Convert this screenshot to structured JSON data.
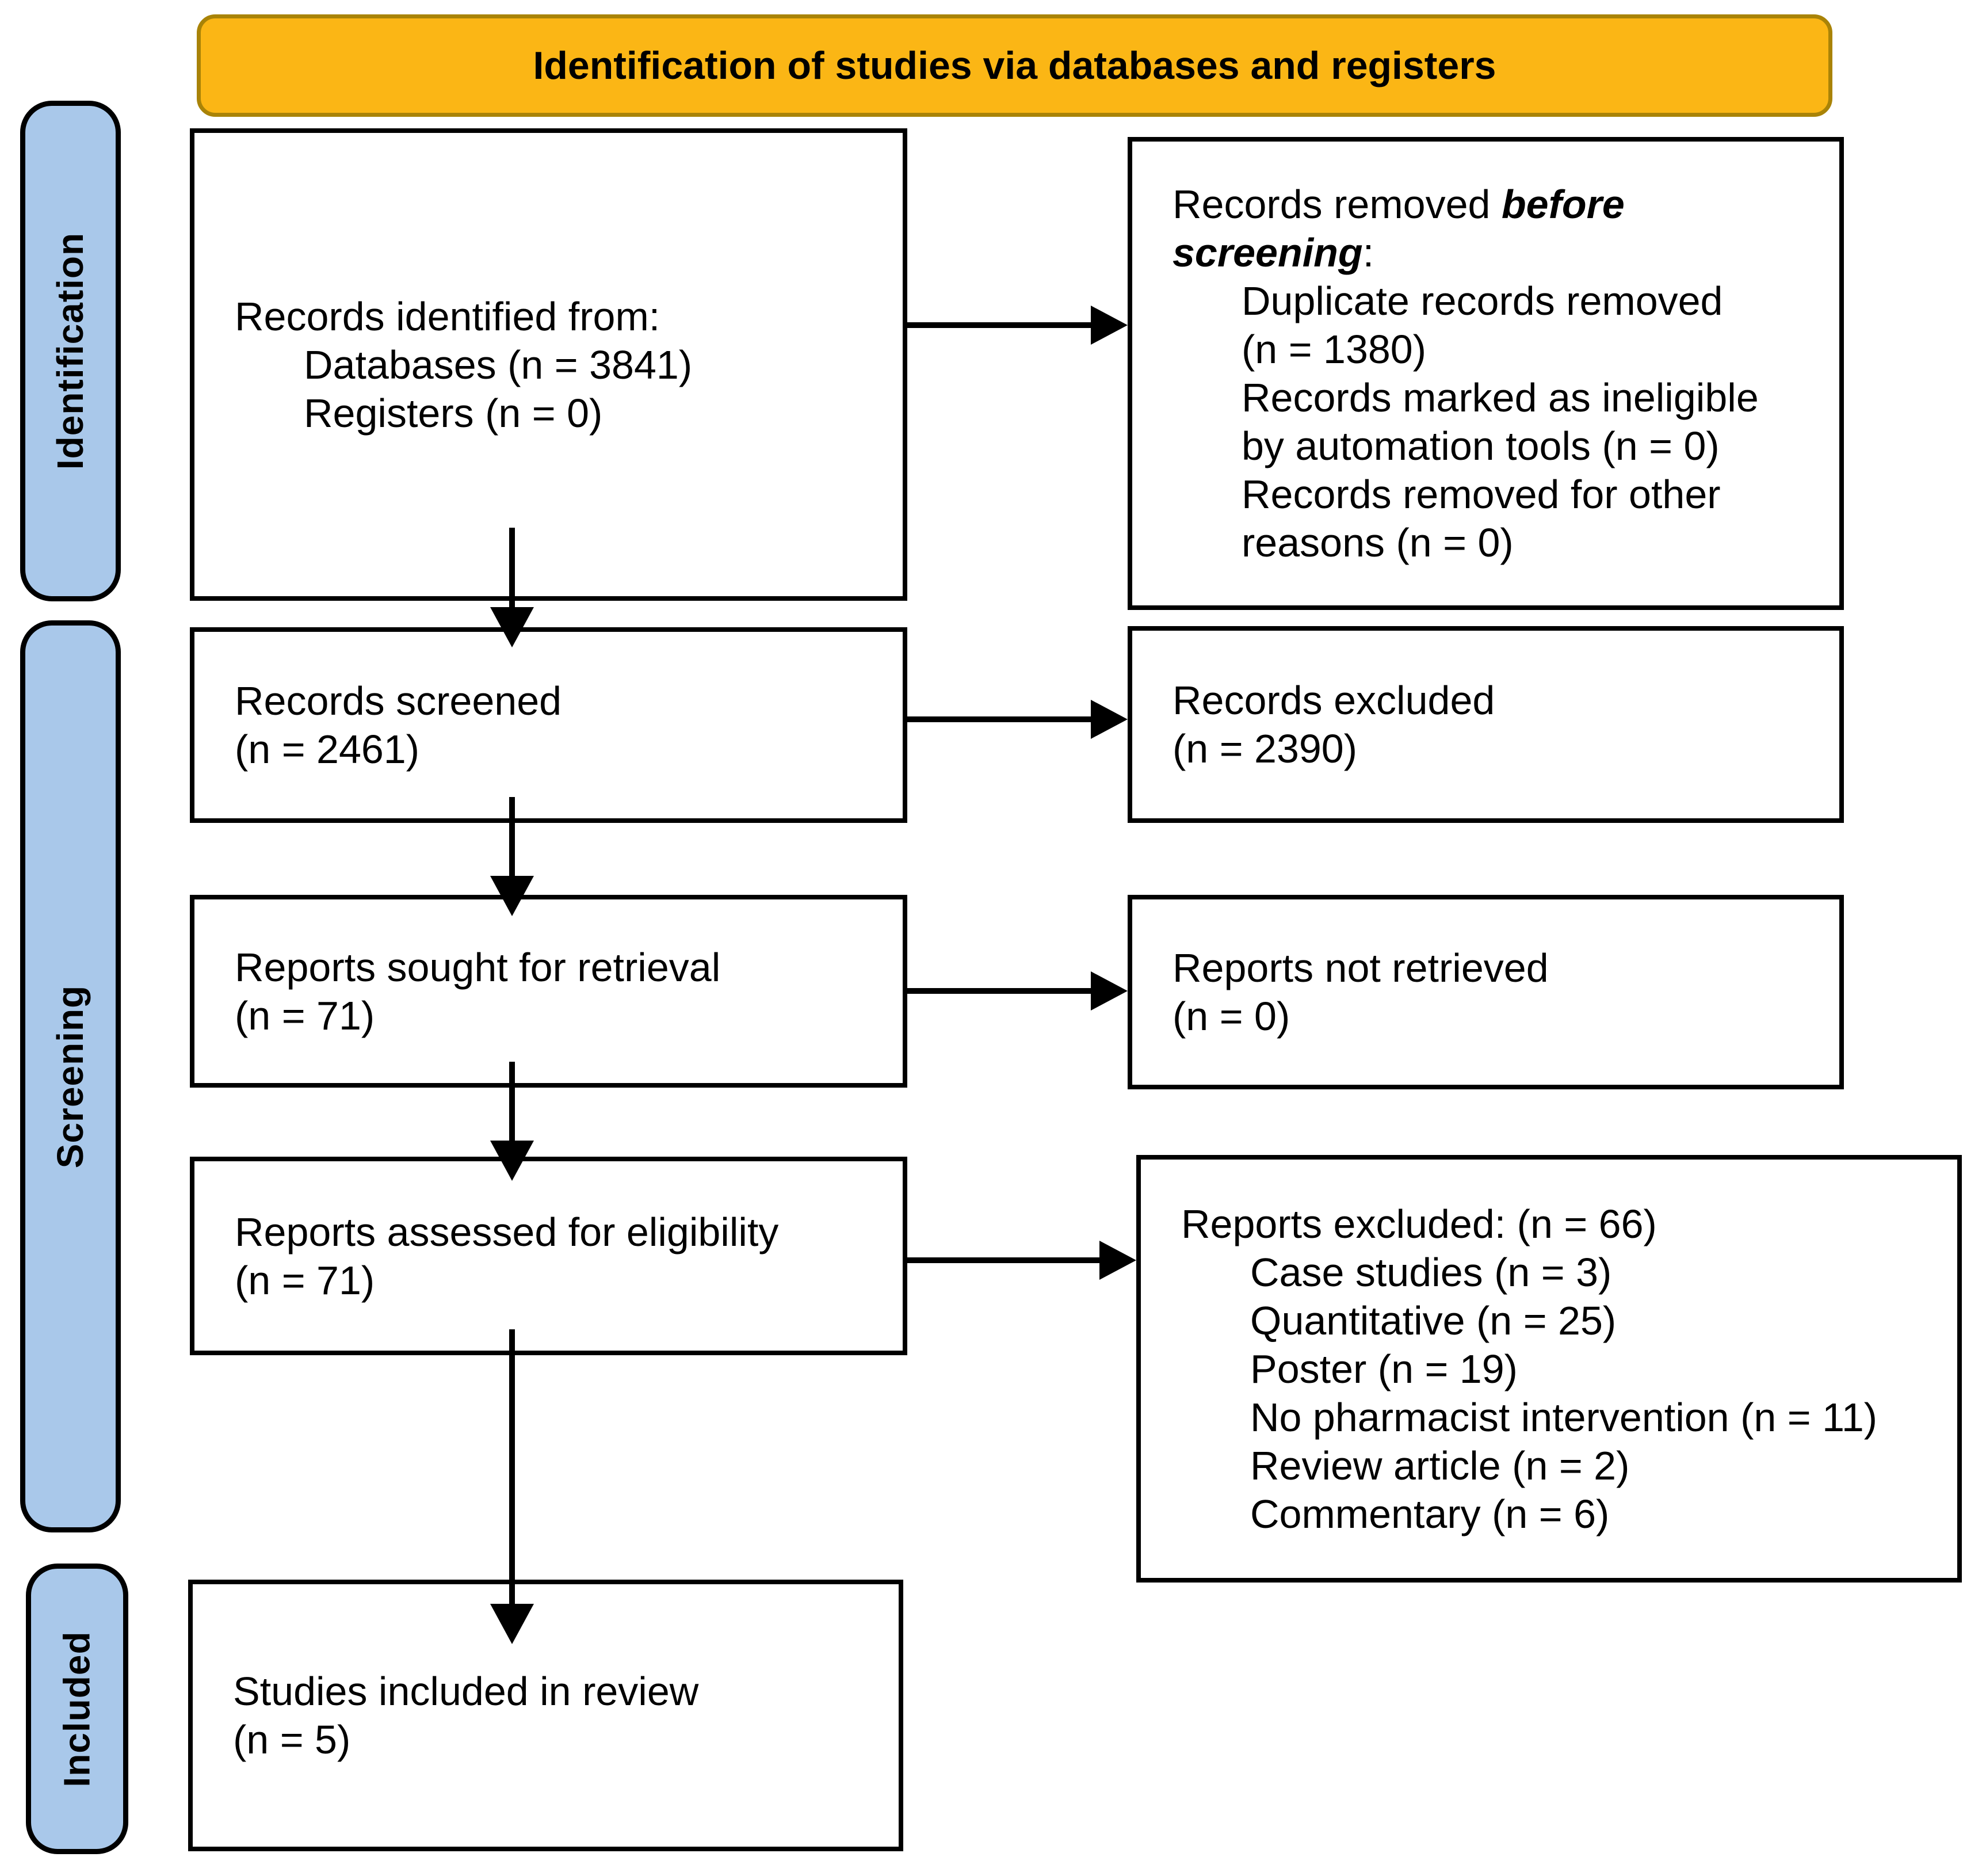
{
  "banner": {
    "label": "Identification of studies via databases and registers"
  },
  "colors": {
    "banner_fill": "#FBB615",
    "banner_border": "#A98307",
    "stage_fill": "#A9C8EA",
    "box_border": "#000000",
    "arrow": "#000000"
  },
  "stages": [
    {
      "id": "identification",
      "label": "Identification"
    },
    {
      "id": "screening",
      "label": "Screening"
    },
    {
      "id": "included",
      "label": "Included"
    }
  ],
  "boxes": {
    "records_identified": {
      "lines": [
        {
          "indent": false,
          "segments": [
            {
              "text": "Records identified from:"
            }
          ]
        },
        {
          "indent": true,
          "segments": [
            {
              "text": "Databases (n = 3841)"
            }
          ]
        },
        {
          "indent": true,
          "segments": [
            {
              "text": "Registers (n = 0)"
            }
          ]
        }
      ]
    },
    "records_removed": {
      "lines": [
        {
          "indent": false,
          "segments": [
            {
              "text": "Records removed "
            },
            {
              "text": "before",
              "emphasis": true
            }
          ]
        },
        {
          "indent": false,
          "segments": [
            {
              "text": "screening",
              "emphasis": true
            },
            {
              "text": ":"
            }
          ]
        },
        {
          "indent": true,
          "segments": [
            {
              "text": "Duplicate records removed"
            }
          ]
        },
        {
          "indent": true,
          "segments": [
            {
              "text": "(n = 1380)"
            }
          ]
        },
        {
          "indent": true,
          "segments": [
            {
              "text": "Records marked as ineligible"
            }
          ]
        },
        {
          "indent": true,
          "segments": [
            {
              "text": "by automation tools (n = 0)"
            }
          ]
        },
        {
          "indent": true,
          "segments": [
            {
              "text": "Records removed for other"
            }
          ]
        },
        {
          "indent": true,
          "segments": [
            {
              "text": "reasons (n = 0)"
            }
          ]
        }
      ]
    },
    "records_screened": {
      "lines": [
        {
          "indent": false,
          "segments": [
            {
              "text": "Records screened"
            }
          ]
        },
        {
          "indent": false,
          "segments": [
            {
              "text": "(n = 2461)"
            }
          ]
        }
      ]
    },
    "records_excluded": {
      "lines": [
        {
          "indent": false,
          "segments": [
            {
              "text": "Records excluded"
            }
          ]
        },
        {
          "indent": false,
          "segments": [
            {
              "text": "(n = 2390)"
            }
          ]
        }
      ]
    },
    "reports_sought": {
      "lines": [
        {
          "indent": false,
          "segments": [
            {
              "text": "Reports sought for retrieval"
            }
          ]
        },
        {
          "indent": false,
          "segments": [
            {
              "text": "(n = 71)"
            }
          ]
        }
      ]
    },
    "reports_not_retrieved": {
      "lines": [
        {
          "indent": false,
          "segments": [
            {
              "text": "Reports not retrieved"
            }
          ]
        },
        {
          "indent": false,
          "segments": [
            {
              "text": "(n = 0)"
            }
          ]
        }
      ]
    },
    "reports_assessed": {
      "lines": [
        {
          "indent": false,
          "segments": [
            {
              "text": "Reports assessed for eligibility"
            }
          ]
        },
        {
          "indent": false,
          "segments": [
            {
              "text": "(n = 71)"
            }
          ]
        }
      ]
    },
    "reports_excluded": {
      "lines": [
        {
          "indent": false,
          "segments": [
            {
              "text": "Reports excluded: (n = 66)"
            }
          ]
        },
        {
          "indent": true,
          "segments": [
            {
              "text": "Case studies (n = 3)"
            }
          ]
        },
        {
          "indent": true,
          "segments": [
            {
              "text": "Quantitative (n = 25)"
            }
          ]
        },
        {
          "indent": true,
          "segments": [
            {
              "text": "Poster (n = 19)"
            }
          ]
        },
        {
          "indent": true,
          "segments": [
            {
              "text": "No pharmacist intervention (n = 11)"
            }
          ]
        },
        {
          "indent": true,
          "segments": [
            {
              "text": "Review article (n = 2)"
            }
          ]
        },
        {
          "indent": true,
          "segments": [
            {
              "text": "Commentary (n = 6)"
            }
          ]
        }
      ]
    },
    "studies_included": {
      "lines": [
        {
          "indent": false,
          "segments": [
            {
              "text": "Studies included in review"
            }
          ]
        },
        {
          "indent": false,
          "segments": [
            {
              "text": "(n = 5)"
            }
          ]
        }
      ]
    }
  }
}
